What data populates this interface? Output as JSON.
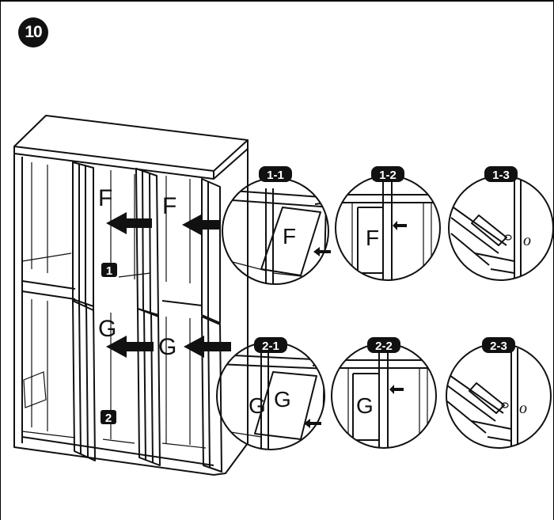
{
  "step": {
    "number": "10"
  },
  "cabinet": {
    "door_letter_top": "F",
    "door_letter_bottom": "G",
    "row_tag_top": "1",
    "row_tag_bottom": "2"
  },
  "details": [
    {
      "tag": "1-1",
      "letter": "F"
    },
    {
      "tag": "1-2",
      "letter": "F"
    },
    {
      "tag": "1-3",
      "letter": "o"
    },
    {
      "tag": "2-1",
      "letter": "G",
      "letter2": "G"
    },
    {
      "tag": "2-2",
      "letter": "G"
    },
    {
      "tag": "2-3",
      "letter": "o"
    }
  ],
  "icons": [
    "arrow-left-icon",
    "hinge-pin-icon"
  ],
  "colors": {
    "ink": "#111111",
    "background": "#ffffff"
  }
}
